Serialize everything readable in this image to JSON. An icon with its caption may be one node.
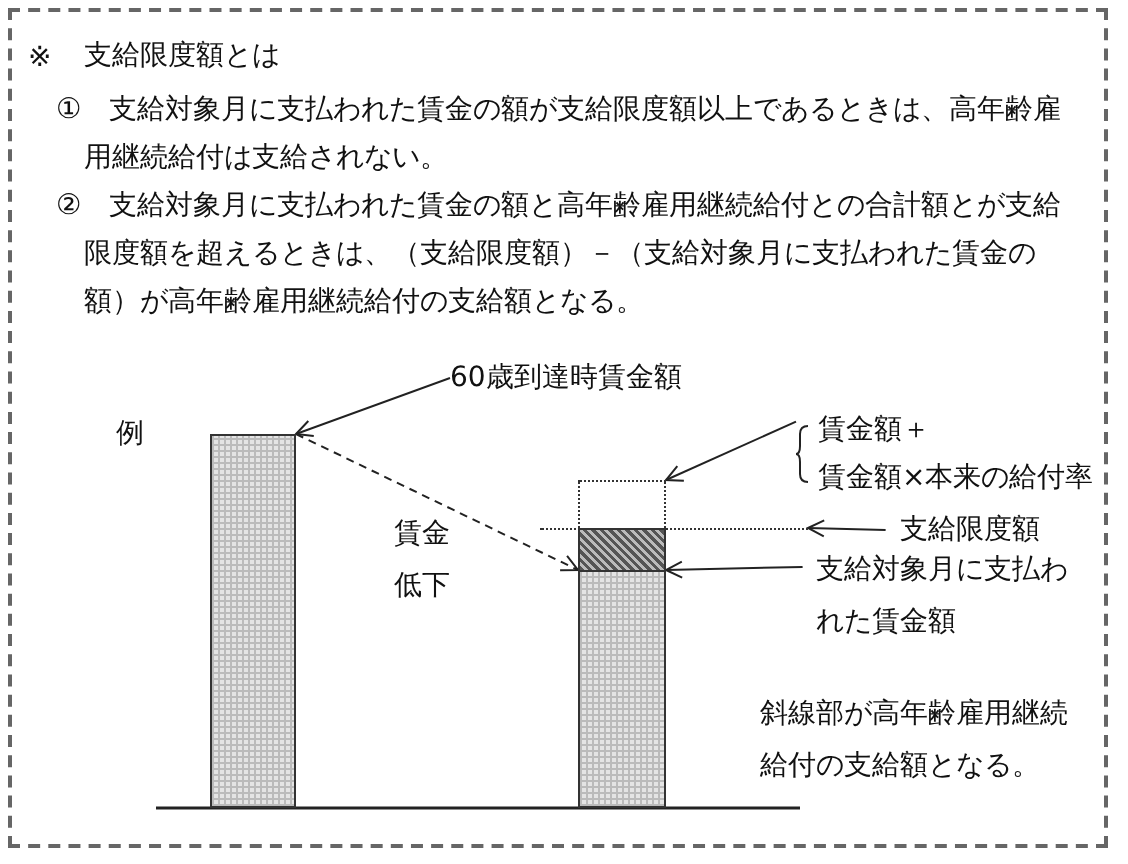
{
  "diagram": {
    "title": "支給限度額とは",
    "nodes": [
      {
        "text": [
          "60歳到達時賃金額"
        ]
      },
      {
        "text": [],
        "shape": "bar"
      },
      {
        "text": [
          "賃金額＋",
          "賃金額×本来の給付率"
        ]
      },
      {
        "text": [],
        "shape": "box"
      },
      {
        "text": [
          "支給限度額"
        ]
      },
      {
        "text": [
          "支給対象月に支払われた賃金額"
        ]
      },
      {
        "text": [],
        "shape": "bar"
      },
      {
        "text": [],
        "shape": "line"
      }
    ],
    "edges": [
      {
        "from": 0,
        "to": 1,
        "arrow": "to"
      },
      {
        "from": 1,
        "to": 6,
        "arrow": "to",
        "style": "dashed"
      },
      {
        "from": 2,
        "to": 3,
        "arrow": "to"
      },
      {
        "from": 4,
        "to": 7,
        "arrow": "to"
      },
      {
        "from": 5,
        "to": 6,
        "arrow": "to"
      }
    ],
    "labels": [
      "※",
      "①　支給対象月に支払われた賃金の額が支給限度額以上であるときは、高年齢雇用継続給付は支給されない。",
      "②　支給対象月に支払われた賃金の額と高年齢雇用継続給付との合計額とが支給限度額を超えるときは、（支給限度額）－（支給対象月に支払われた賃金の額）が高年齢雇用継続給付の支給額となる。",
      "例",
      "賃金低下",
      "斜線部が高年齢雇用継続給付の支給額となる。"
    ]
  }
}
